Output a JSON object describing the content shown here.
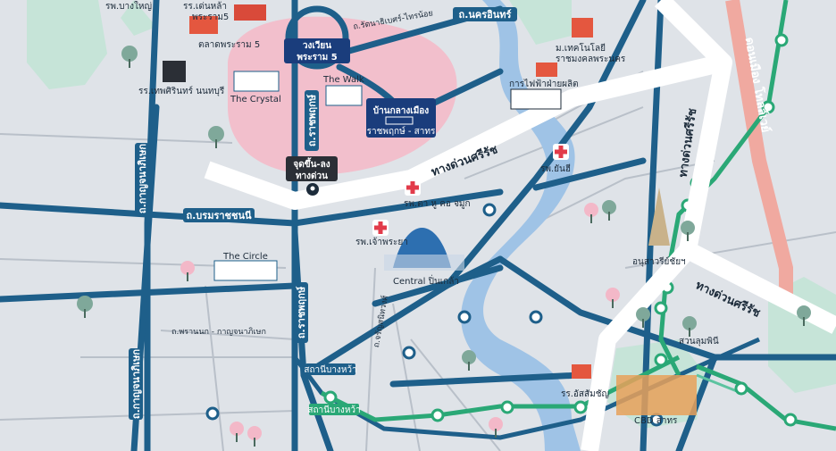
{
  "colors": {
    "background": "#dfe3e8",
    "main_road": "#1e5f8a",
    "expressway": "#ffffff",
    "river": "#9fc3e6",
    "zone": "#f2bfcc",
    "green_line": "#2aa876",
    "pink_line": "#f0a9a0",
    "hospital": "#e23b4a",
    "brand": "#1a3d7c"
  },
  "zone": {
    "circle_title_1": "วงเวียน",
    "circle_title_2": "พระราม 5"
  },
  "project": {
    "name": "บ้านกลางเมือง",
    "sub": "ราชพฤกษ์ - สาทร"
  },
  "expressway_entry": {
    "line1": "จุดขึ้น-ลง",
    "line2": "ทางด่วน"
  },
  "roads": {
    "nakhon_in": "ถ.นครอินทร์",
    "borommaratchachonnani": "ถ.บรมราชชนนี",
    "kanchanaphisek_top": "ถ.กาญจนาภิเษก",
    "kanchanaphisek_bottom": "ถ.กาญจนาภิเษก",
    "ratchaphruek_top": "ถ.ราชพฤกษ์",
    "ratchaphruek_bottom": "ถ.ราชพฤกษ์",
    "charansanitwong": "ถ.จรัญสนิทวงศ์",
    "phran_nok": "ถ.พรานนก - กาญจนาภิเษก",
    "rattanathibet": "ถ.รัตนาธิเบศร์-ไทรน้อย"
  },
  "expressways": {
    "sirat_1": "ทางด่วนศรีรัช",
    "sirat_2": "ทางด่วนศรีรัช",
    "sirat_3": "ทางด่วนศรีรัช",
    "don_mueang": "ดอนเมือง โทลล์เวย์"
  },
  "places": {
    "bangyai_hospital": "รพ.บางใหญ่",
    "denla_school": "รร.เด่นหล้า",
    "denla_school_2": "พระราม5",
    "market": "ตลาดพระราม 5",
    "thepsirin": "รร.เทพศิรินทร์ นนทบุรี",
    "crystal": "The Crystal",
    "walk": "The Walk",
    "rmutp_1": "ม.เทคโนโลยี",
    "rmutp_2": "ราชมงคลพระนคร",
    "egat": "การไฟฟ้าฝ่ายผลิต",
    "yanhee": "รพ.ยันฮี",
    "eye_hospital": "รพ.ตา หู คอ จมูก",
    "chaophraya": "รพ.เจ้าพระยา",
    "circle": "The Circle",
    "central": "Central ปิ่นเกล้า",
    "victory": "อนุสาวรีย์ชัยฯ",
    "suanluang": "สวนลุมพินี",
    "assumption": "รร.อัสสัมชัญ",
    "cbd": "CBD สาทร",
    "bangwa_1": "สถานีบางหว้า",
    "bangwa_2": "สถานีบางหว้า"
  }
}
